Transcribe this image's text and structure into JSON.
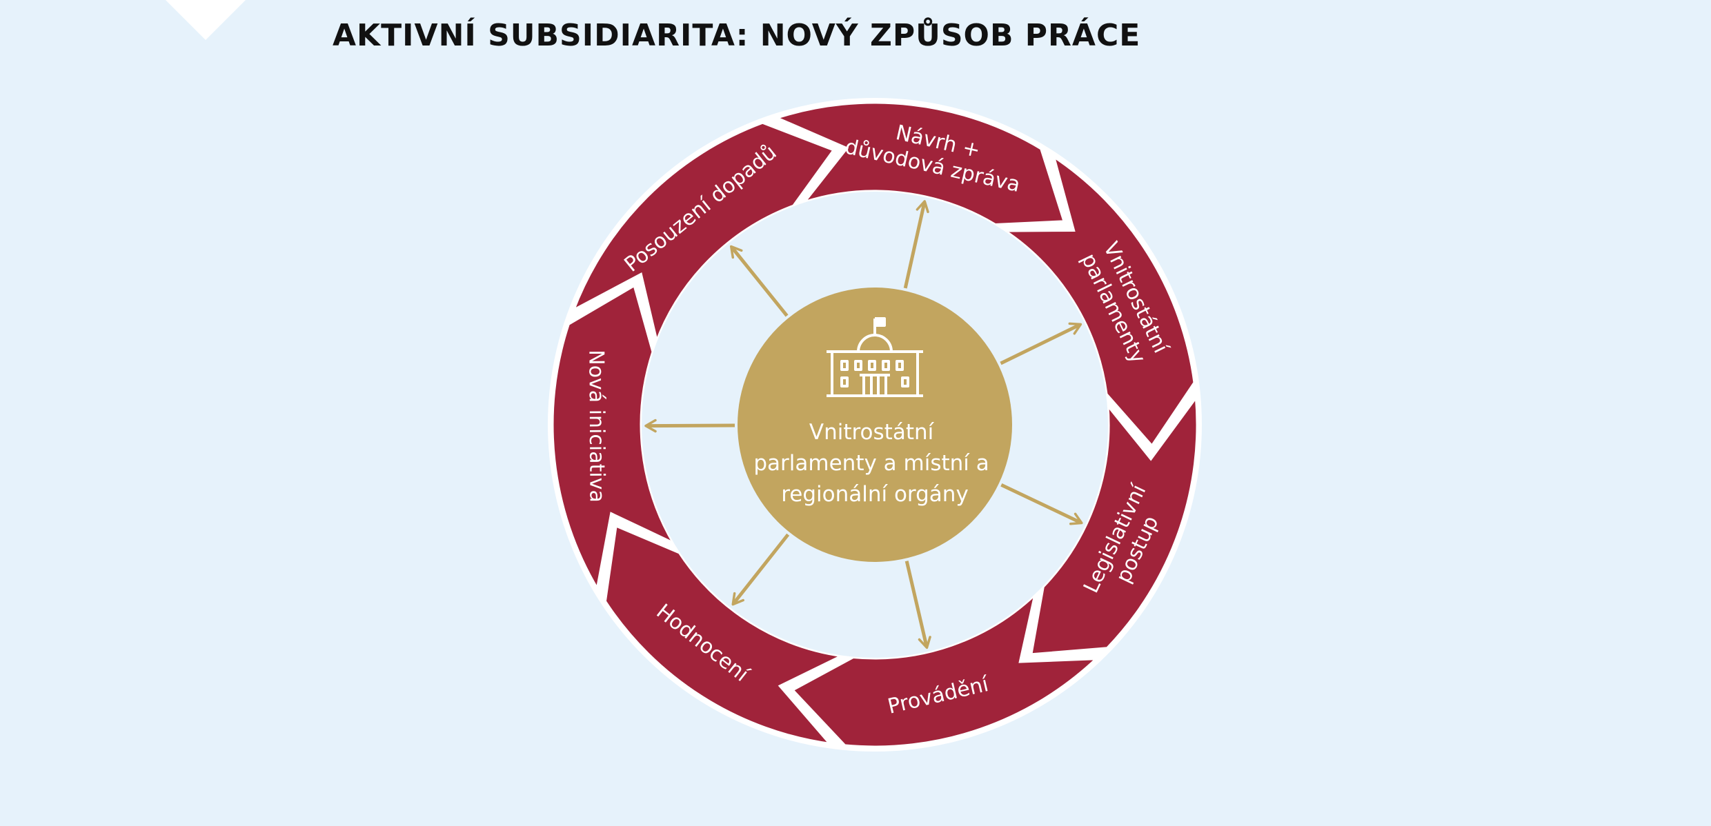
{
  "title": "AKTIVNÍ SUBSIDIARITA: NOVÝ ZPŮSOB PRÁCE",
  "colors": {
    "background": "#e6f2fb",
    "ring": "#a0233a",
    "center": "#c2a55f",
    "arrow": "#c2a55f",
    "text_light": "#ffffff",
    "title": "#111111"
  },
  "center": {
    "icon": "parliament-building-icon",
    "lines": [
      "Vnitrostátní",
      "parlamenty a místní a",
      "regionální orgány"
    ]
  },
  "segments": [
    {
      "id": "nova-iniciativa",
      "lines": [
        "Nová iniciativa"
      ]
    },
    {
      "id": "posouzeni-dopadu",
      "lines": [
        "Posouzení dopadů"
      ]
    },
    {
      "id": "navrh-zprava",
      "lines": [
        "Návrh +",
        "důvodová zpráva"
      ]
    },
    {
      "id": "vnitrostatni-parlamenty",
      "lines": [
        "Vnitrostátní",
        "parlamenty"
      ]
    },
    {
      "id": "legislativni-postup",
      "lines": [
        "Legislativní",
        "postup"
      ]
    },
    {
      "id": "provadeni",
      "lines": [
        "Provádění"
      ]
    },
    {
      "id": "hodnoceni",
      "lines": [
        "Hodnocení"
      ]
    }
  ]
}
